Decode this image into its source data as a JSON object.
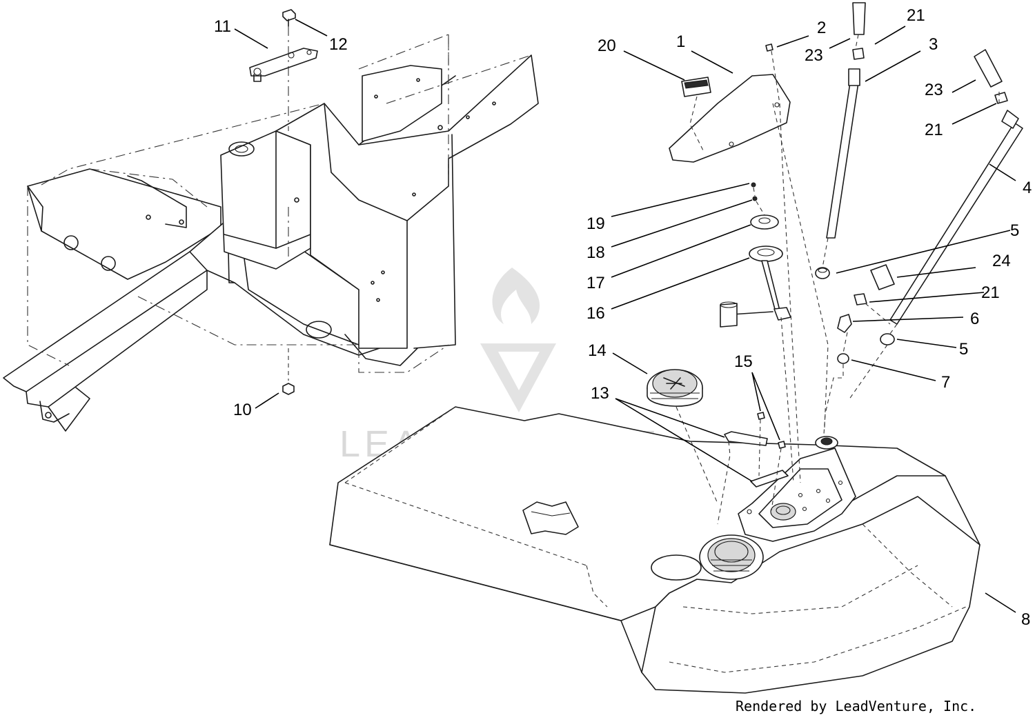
{
  "watermark": {
    "text": "LEADVENTURE"
  },
  "credit": "Rendered by LeadVenture, Inc.",
  "callouts": [
    {
      "id": "c1",
      "text": "1"
    },
    {
      "id": "c2",
      "text": "2"
    },
    {
      "id": "c3",
      "text": "3"
    },
    {
      "id": "c4",
      "text": "4"
    },
    {
      "id": "c5a",
      "text": "5"
    },
    {
      "id": "c5b",
      "text": "5"
    },
    {
      "id": "c6",
      "text": "6"
    },
    {
      "id": "c7",
      "text": "7"
    },
    {
      "id": "c8",
      "text": "8"
    },
    {
      "id": "c10",
      "text": "10"
    },
    {
      "id": "c11",
      "text": "11"
    },
    {
      "id": "c12",
      "text": "12"
    },
    {
      "id": "c13",
      "text": "13"
    },
    {
      "id": "c14",
      "text": "14"
    },
    {
      "id": "c15",
      "text": "15"
    },
    {
      "id": "c16",
      "text": "16"
    },
    {
      "id": "c17",
      "text": "17"
    },
    {
      "id": "c18",
      "text": "18"
    },
    {
      "id": "c19",
      "text": "19"
    },
    {
      "id": "c20",
      "text": "20"
    },
    {
      "id": "c21a",
      "text": "21"
    },
    {
      "id": "c21b",
      "text": "21"
    },
    {
      "id": "c21c",
      "text": "21"
    },
    {
      "id": "c23a",
      "text": "23"
    },
    {
      "id": "c23b",
      "text": "23"
    },
    {
      "id": "c24",
      "text": "24"
    }
  ]
}
